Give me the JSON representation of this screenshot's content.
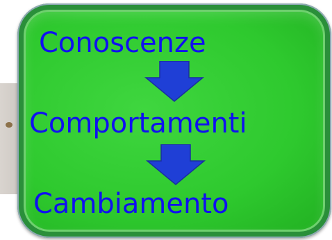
{
  "diagram": {
    "steps": [
      {
        "label": "Conoscenze"
      },
      {
        "label": "Comportamenti"
      },
      {
        "label": "Cambiamento"
      }
    ],
    "colors": {
      "panel_fill": "#2ec92e",
      "panel_border": "#2a8f3a",
      "text": "#1010f0",
      "arrow": "#1f3fd6"
    },
    "arrow_icon": "arrow-down-icon"
  }
}
